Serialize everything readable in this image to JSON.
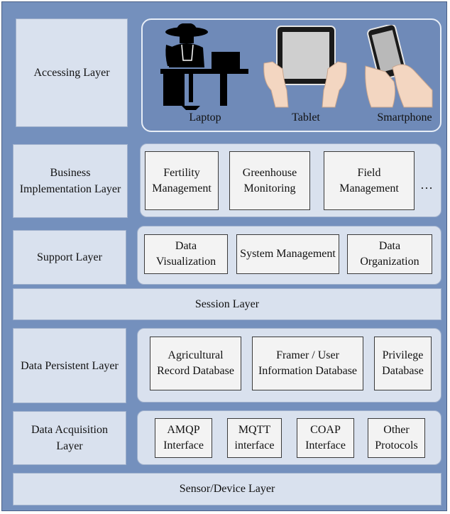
{
  "layers": {
    "accessing": "Accessing Layer",
    "business": "Business\nImplementation Layer",
    "support": "Support Layer",
    "session": "Session Layer",
    "persistent": "Data Persistent Layer",
    "acquisition": "Data Acquisition\nLayer",
    "sensor": "Sensor/Device Layer"
  },
  "devices": {
    "laptop": "Laptop",
    "tablet": "Tablet",
    "smartphone": "Smartphone"
  },
  "business_modules": [
    "Fertility\nManagement",
    "Greenhouse\nMonitoring",
    "Field\nManagement"
  ],
  "business_more": "…",
  "support_modules": [
    "Data\nVisualization",
    "System Management",
    "Data\nOrganization"
  ],
  "persistent_modules": [
    "Agricultural\nRecord Database",
    "Framer / User\nInformation Database",
    "Privilege\nDatabase"
  ],
  "acquisition_modules": [
    "AMQP\nInterface",
    "MQTT\ninterface",
    "COAP\nInterface",
    "Other\nProtocols"
  ]
}
